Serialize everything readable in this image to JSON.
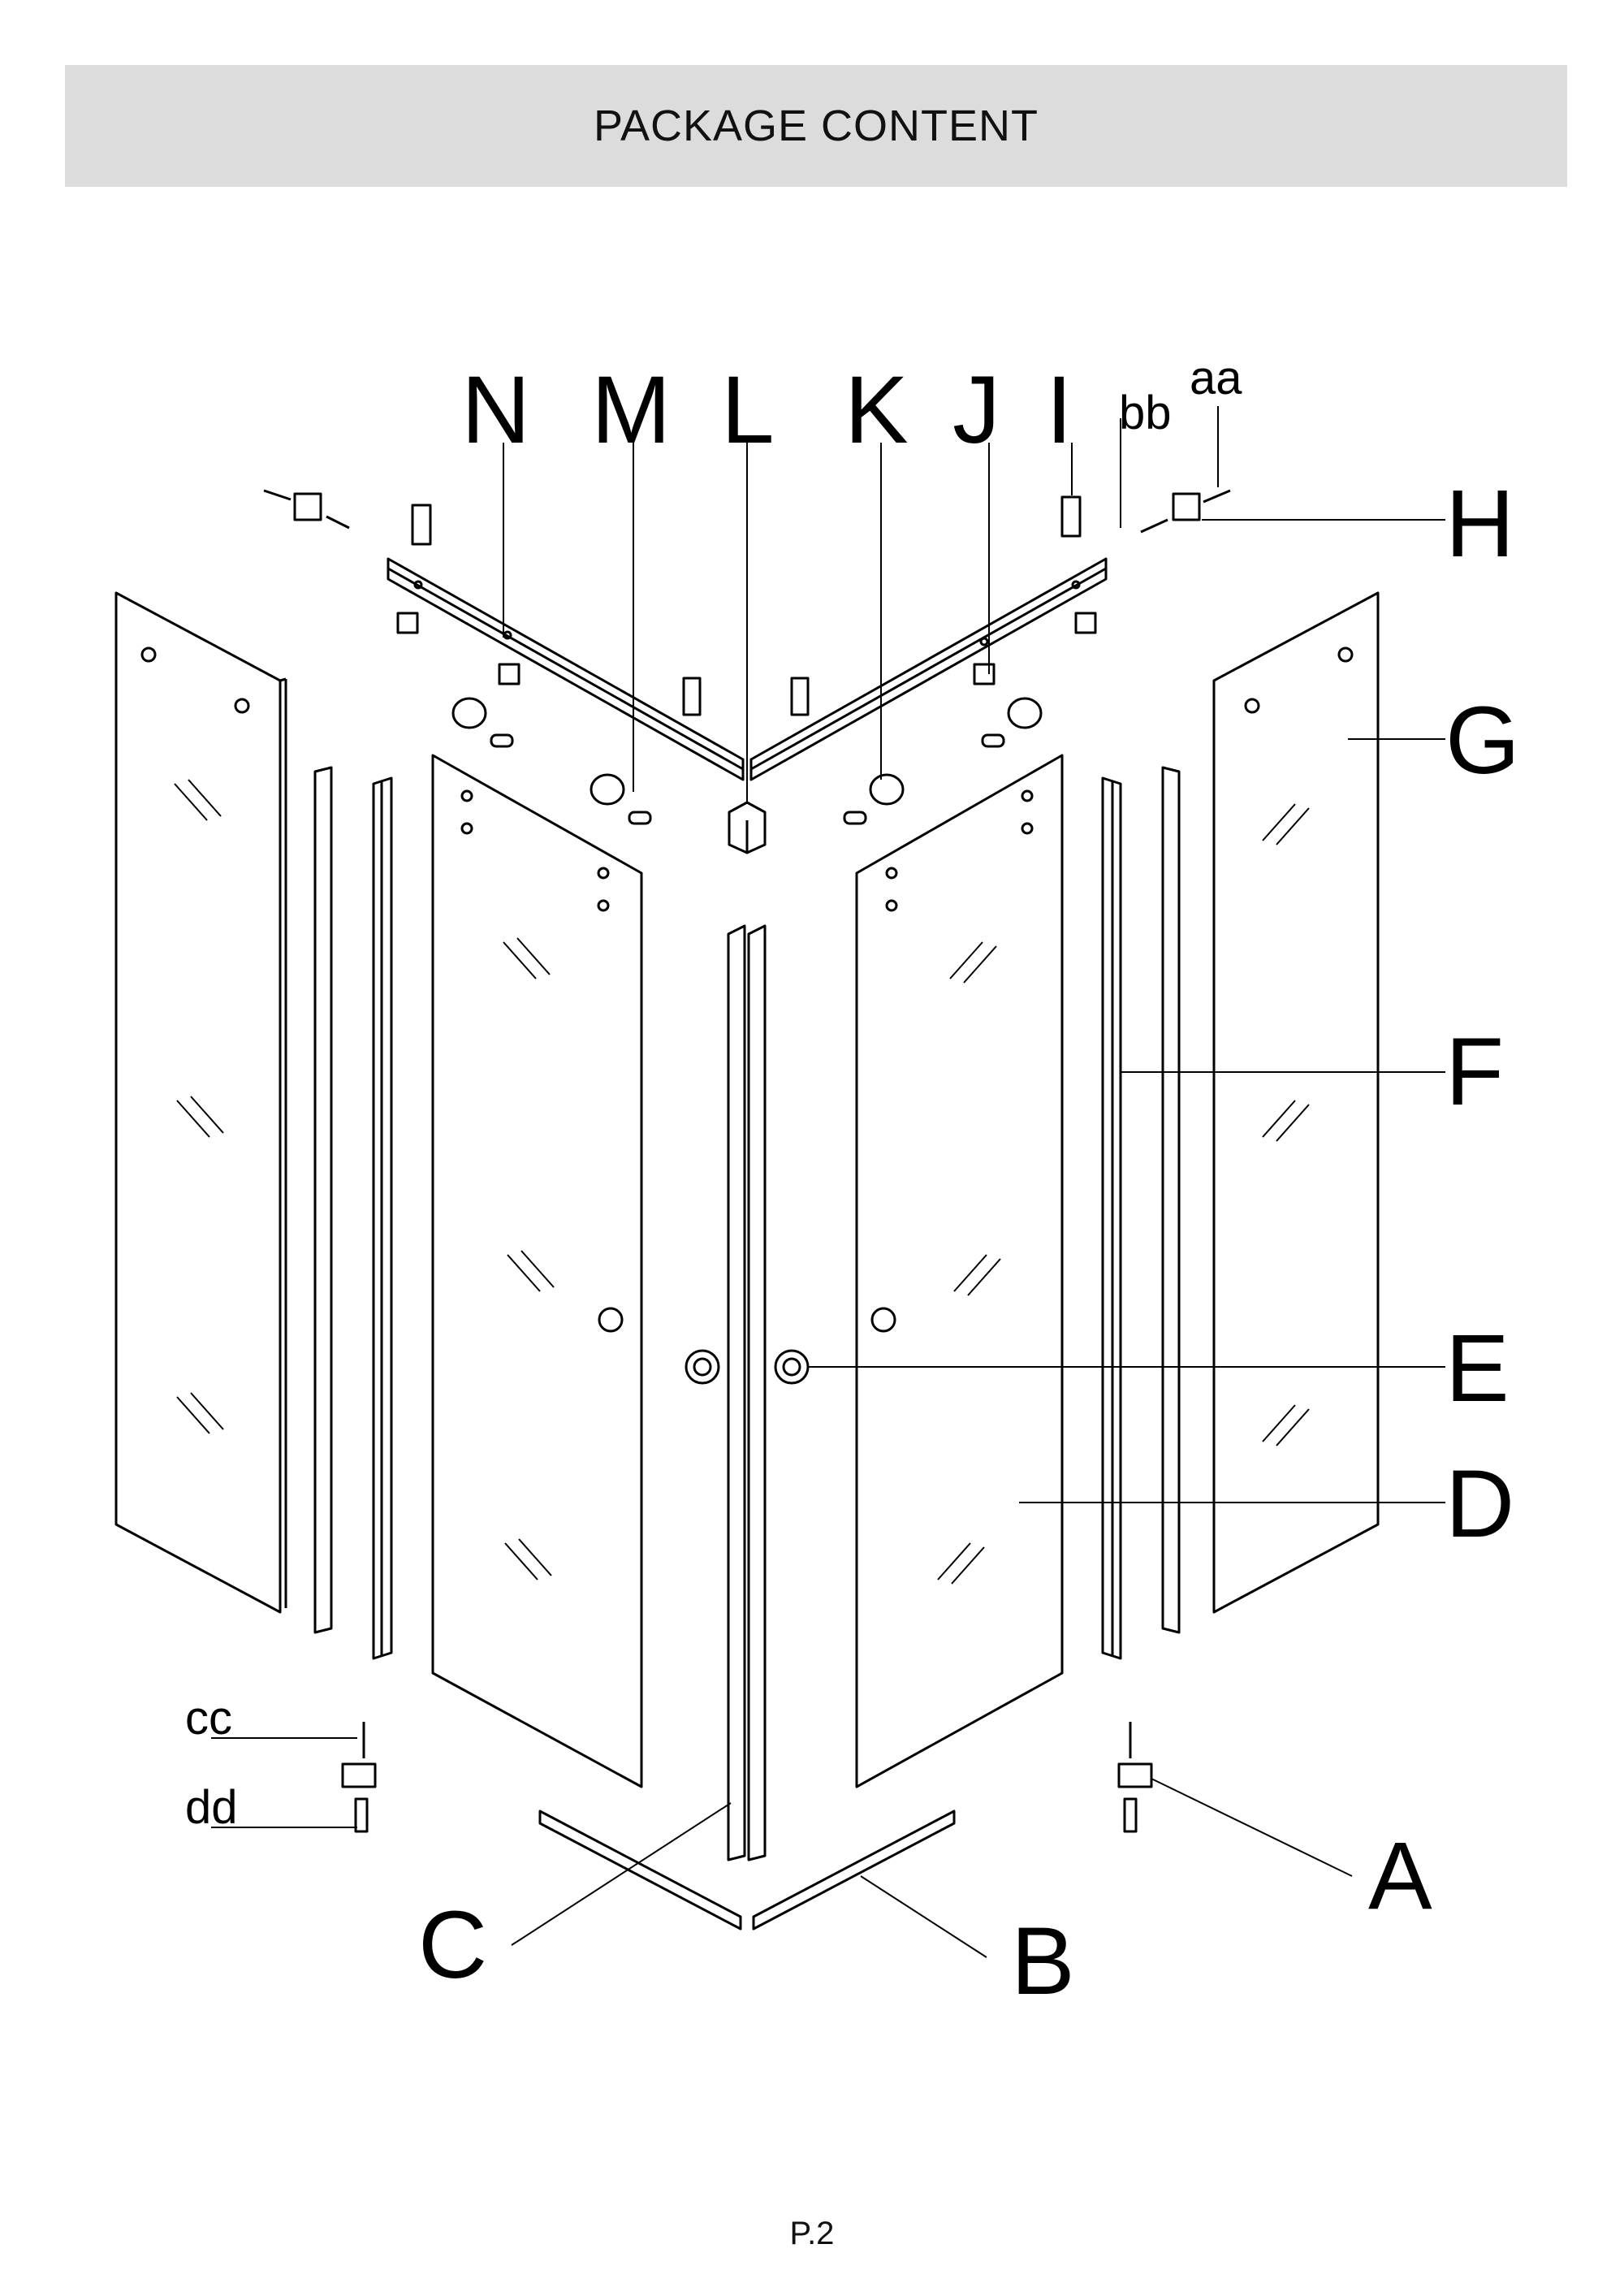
{
  "header": {
    "title": "PACKAGE CONTENT"
  },
  "labels": {
    "N": "N",
    "M": "M",
    "L": "L",
    "K": "K",
    "J": "J",
    "I": "I",
    "bb": "bb",
    "aa": "aa",
    "H": "H",
    "G": "G",
    "F": "F",
    "E": "E",
    "D": "D",
    "C": "C",
    "B": "B",
    "A": "A",
    "cc": "cc",
    "dd": "dd"
  },
  "footer": {
    "page_number": "P.2"
  }
}
